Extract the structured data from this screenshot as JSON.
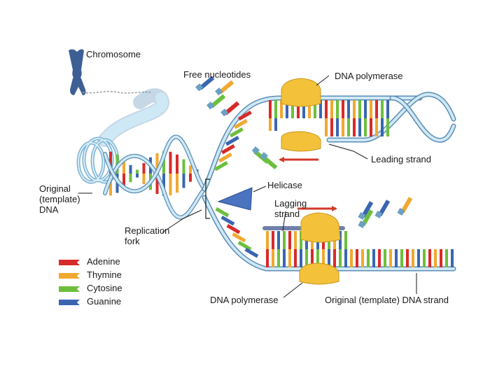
{
  "labels": {
    "chromosome": "Chromosome",
    "free_nucleotides": "Free nucleotides",
    "dna_polymerase_top": "DNA polymerase",
    "leading_strand": "Leading strand",
    "helicase": "Helicase",
    "lagging_strand": "Lagging\nstrand",
    "original_template_dna": "Original\n(template)\nDNA",
    "replication_fork": "Replication\nfork",
    "dna_polymerase_bottom": "DNA polymerase",
    "original_template_dna_strand": "Original (template) DNA strand"
  },
  "legend": [
    {
      "name": "Adenine",
      "color": "#d82a2a"
    },
    {
      "name": "Thymine",
      "color": "#f0a830"
    },
    {
      "name": "Cytosine",
      "color": "#6cbf3c"
    },
    {
      "name": "Guanine",
      "color": "#3a66b0"
    }
  ],
  "colors": {
    "backbone": "#b6dcef",
    "backbone_stroke": "#5b8db5",
    "polymerase": "#f3c23a",
    "helicase": "#4a73c0",
    "arrow": "#d23a2a",
    "chromosome": "#3d5f95"
  }
}
